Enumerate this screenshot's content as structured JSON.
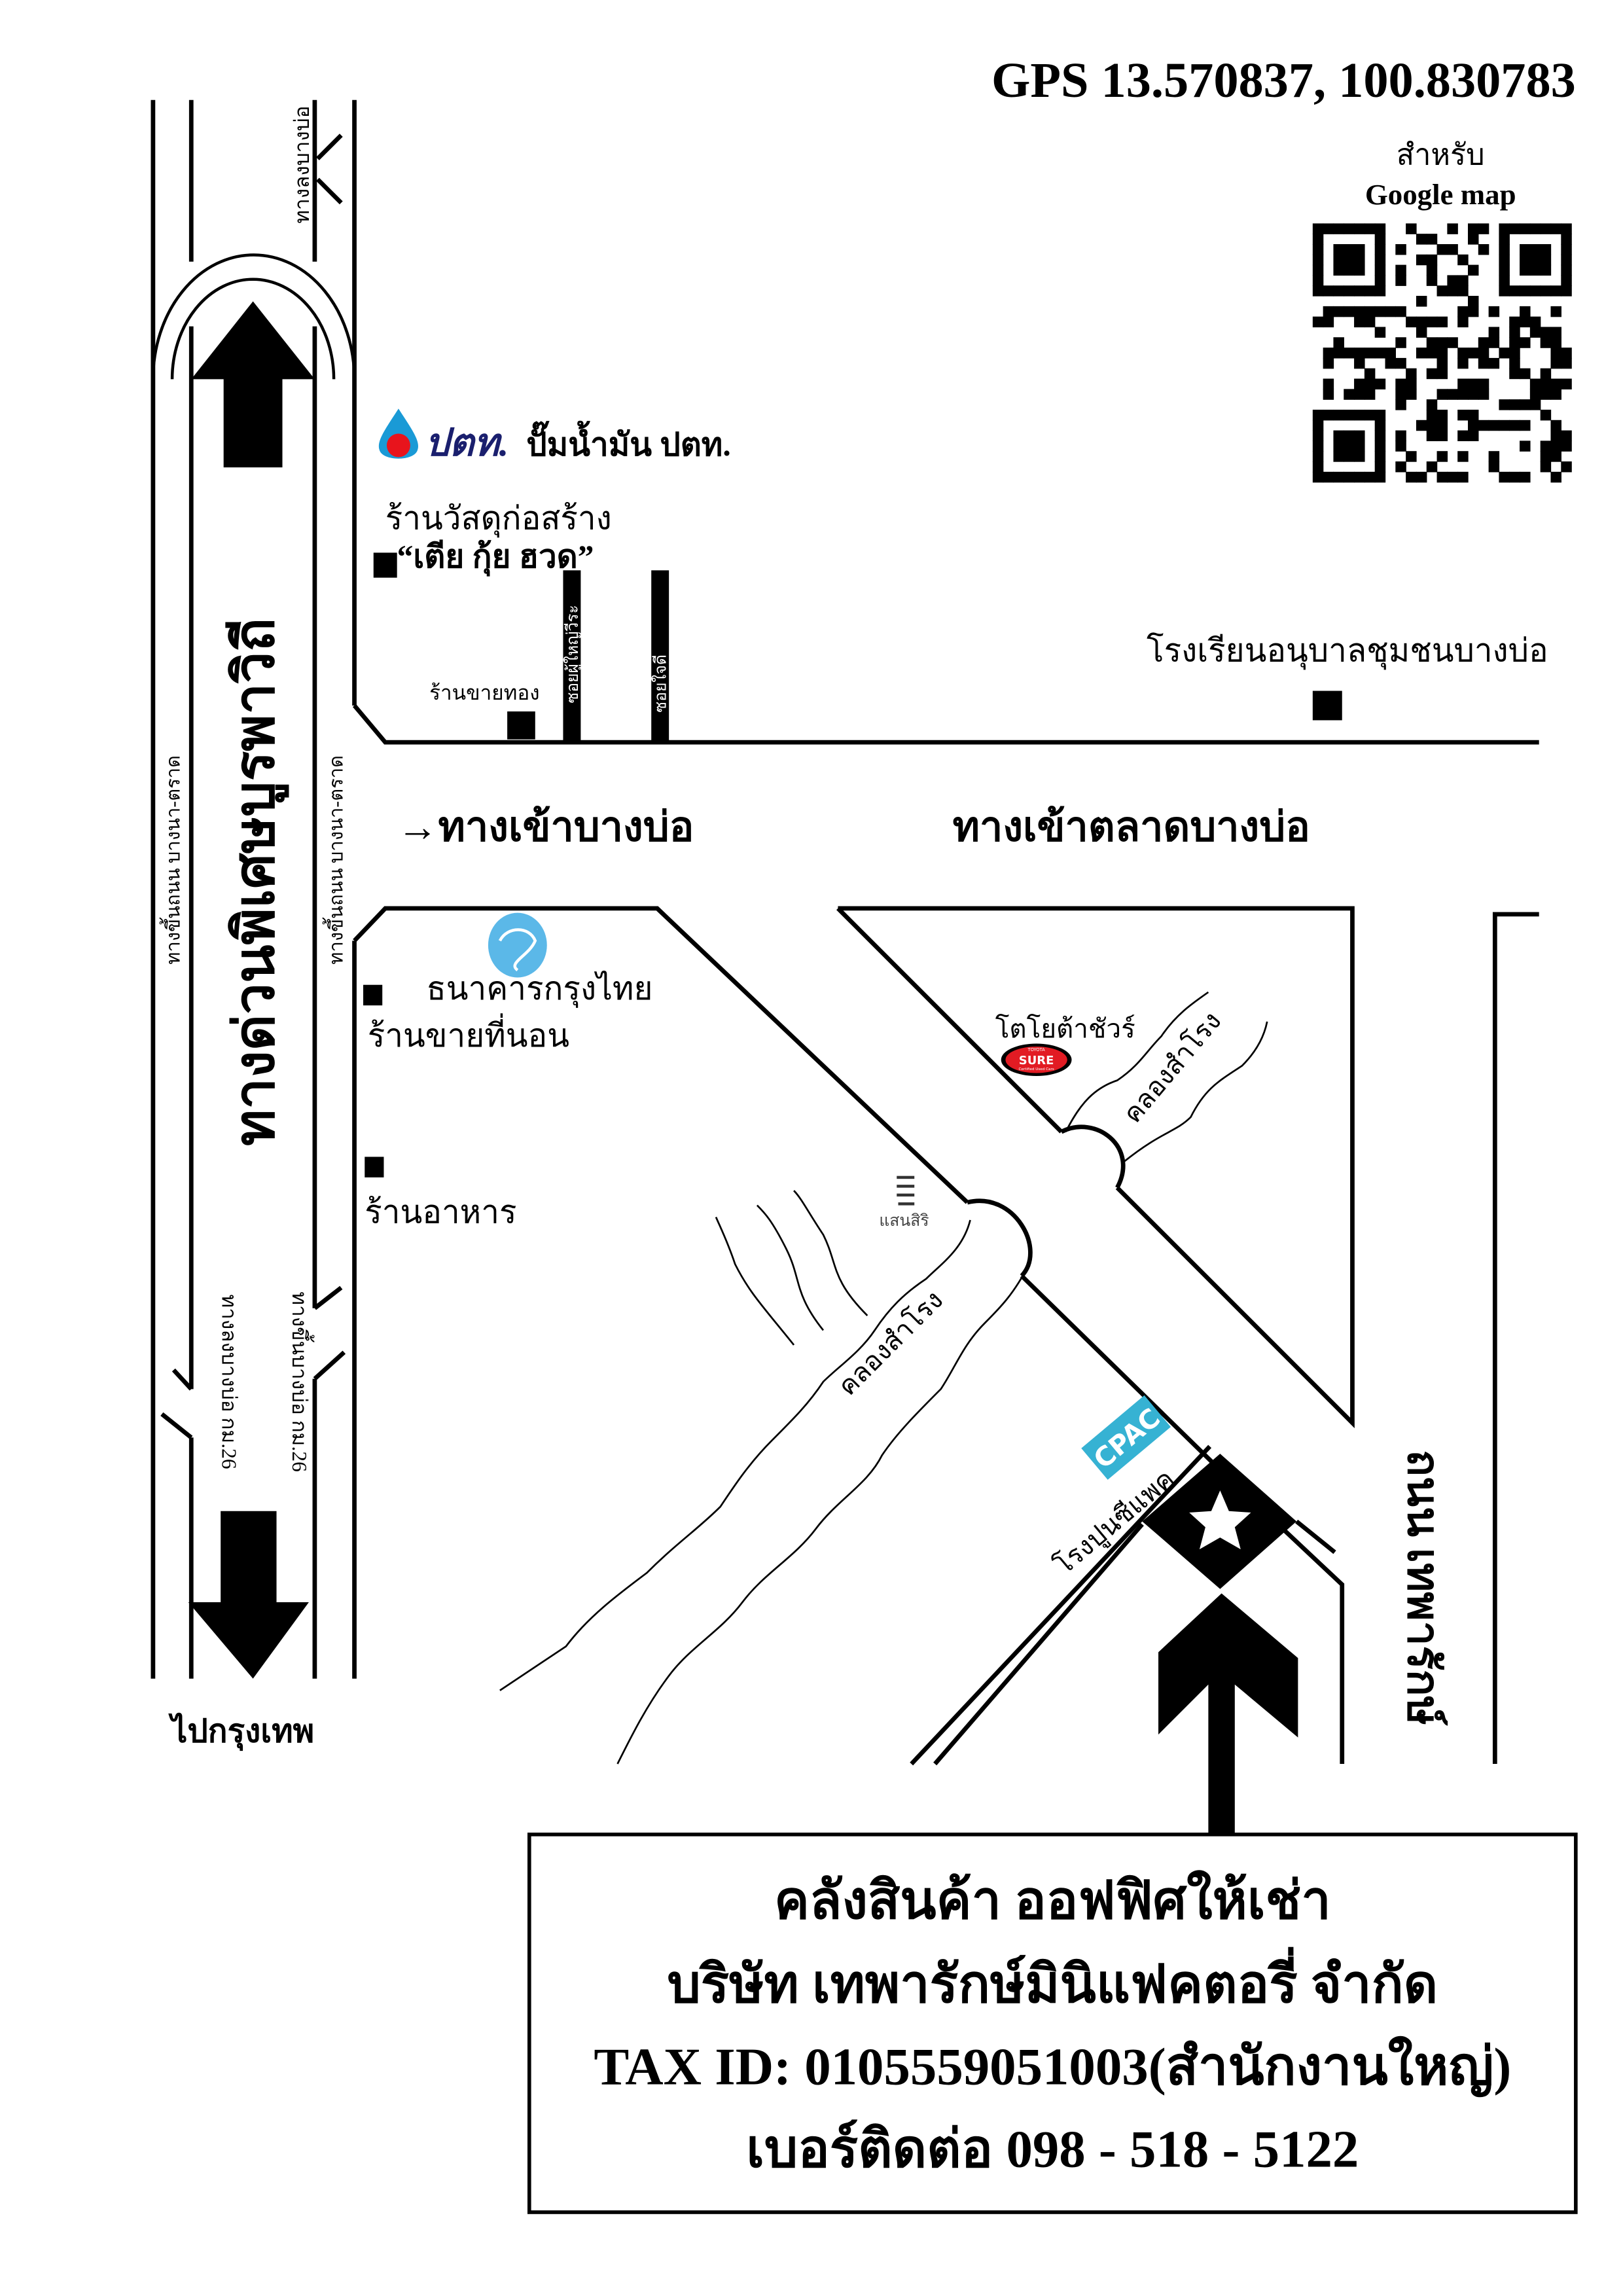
{
  "header": {
    "gps": "GPS 13.570837, 100.830783",
    "qr_caption_1": "สำหรับ",
    "qr_caption_2": "Google map"
  },
  "expressway": {
    "title": "ทางด่วนพิเศษบูรพาวิถี",
    "ramp_left": "ทางขึ้นถนน บางนา-ตราด",
    "ramp_right": "ทางขึ้นถนน บางนา-ตราด",
    "exit_top": "ทางลงบางบ่อ",
    "exit_km": "ทางลงบางบ่อ กม.26",
    "entry_km": "ทางขึ้นบางบ่อ กม.26",
    "to_bangkok": "ไปกรุงเทพ"
  },
  "landmarks": {
    "ptt_logo": "ปตท.",
    "ptt": "ปั๊มน้ำมัน ปตท.",
    "hardware_1": "ร้านวัสดุก่อสร้าง",
    "hardware_2": "“เตีย กุ้ย ฮวด”",
    "gold_shop": "ร้านขายทอง",
    "soi_1": "ซอยผู้ใหญ่วีระ",
    "soi_2": "ซอยใจดี",
    "school": "โรงเรียนอนุบาลชุมชนบางบ่อ",
    "entrance_bangbo": "→ทางเข้าบางบ่อ",
    "entrance_market": "ทางเข้าตลาดบางบ่อ",
    "bank": "ธนาคารกรุงไทย",
    "mattress_shop": "ร้านขายที่นอน",
    "restaurant": "ร้านอาหาร",
    "sansiri": "แสนสิริ",
    "toyota": "โตโยต้าชัวร์",
    "sure_top": "TOYOTA",
    "sure_logo": "SURE",
    "sure_bottom": "Certified Used Cars",
    "canal_1": "คลองสำโรง",
    "canal_2": "คลองสำโรง",
    "cpac_logo": "CPAC",
    "cpac": "โรงปูนซีแพค",
    "theparak_road": "ถนน เทพารักษ์"
  },
  "info_box": {
    "line1": "คลังสินค้า ออฟฟิศให้เช่า",
    "line2": "บริษัท เทพารักษ์มินิแฟคตอรี่ จำกัด",
    "line3": "TAX ID: 0105559051003(สำนักงานใหญ่)",
    "line4": "เบอร์ติดต่อ 098 - 518 - 5122"
  },
  "colors": {
    "ptt_blue": "#1a1f6e",
    "ptt_red": "#e8141c",
    "ktb_blue": "#5bb8e8",
    "cpac_blue": "#36b2d3",
    "sure_red": "#e21b23"
  }
}
